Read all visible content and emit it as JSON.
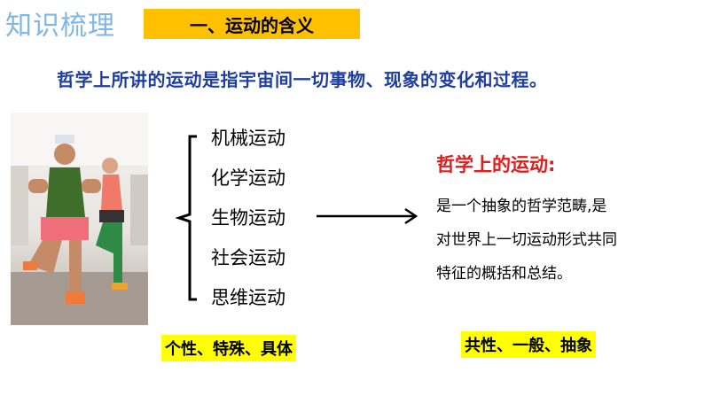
{
  "header": {
    "section_heading": "知识梳理",
    "title": "一、运动的含义"
  },
  "definition": "哲学上所讲的运动是指宇宙间一切事物、现象的变化和过程。",
  "motion_types": [
    "机械运动",
    "化学运动",
    "生物运动",
    "社会运动",
    "思维运动"
  ],
  "philosophy": {
    "title": "哲学上的运动:",
    "lines": [
      "是一个抽象的哲学范畴,是",
      "对世界上一切运动形式共同",
      "特征的概括和总结。"
    ]
  },
  "tags": {
    "left": "个性、特殊、具体",
    "right": "共性、一般、抽象"
  },
  "colors": {
    "heading": "#7fb6e6",
    "title_bg": "#ffc000",
    "definition": "#1f3fa0",
    "philosophy_title": "#e01c1c",
    "tag_bg": "#ffff00"
  }
}
